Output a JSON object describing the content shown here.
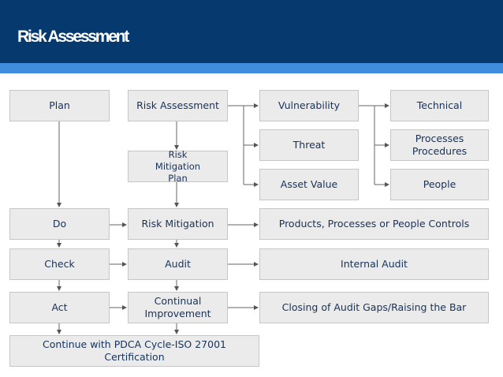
{
  "header": {
    "title": "Risk Assessment",
    "bg_color": "#063a6e",
    "stripe_color": "#3f8ddc"
  },
  "diagram": {
    "pdca": {
      "plan": "Plan",
      "do": "Do",
      "check": "Check",
      "act": "Act"
    },
    "middle": {
      "risk_assessment": "Risk Assessment",
      "risk_mitigation_plan": "Risk Mitigation Plan",
      "risk_mitigation": "Risk Mitigation",
      "audit": "Audit",
      "continual_improvement": "Continual Improvement"
    },
    "assessment_factors": {
      "vulnerability": "Vulnerability",
      "threat": "Threat",
      "asset_value": "Asset Value"
    },
    "vulnerability_types": {
      "technical": "Technical",
      "processes_procedures": "Processes Procedures",
      "people": "People"
    },
    "outcomes": {
      "controls": "Products, Processes or People Controls",
      "internal_audit": "Internal Audit",
      "closing_gaps": "Closing of Audit Gaps/Raising the Bar"
    },
    "footer_box": "Continue with PDCA Cycle-ISO 27001 Certification",
    "box_color": "#ebebeb",
    "text_color": "#17325a",
    "connector_color": "#555555"
  }
}
